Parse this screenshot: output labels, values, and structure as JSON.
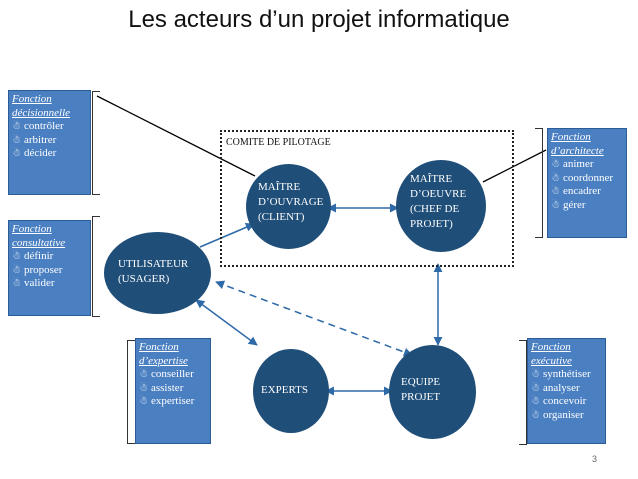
{
  "title": "Les acteurs d’un projet informatique",
  "committee_label": "COMITE DE PILOTAGE",
  "page_number": "3",
  "bullet_glyph": "☃",
  "nodes": {
    "utilisateur": "UTILISATEUR\n(USAGER)",
    "maitre_ouvrage": "MAÎTRE\nD’OUVRAGE\n(CLIENT)",
    "maitre_oeuvre": "MAÎTRE\nD’OEUVRE\n(CHEF DE\nPROJET)",
    "experts": "EXPERTS",
    "equipe": "EQUIPE\nPROJET"
  },
  "functions": {
    "decisionnelle": {
      "heading": "Fonction décisionnelle",
      "items": [
        "contrôler",
        "arbitrer",
        "décider"
      ]
    },
    "consultative": {
      "heading": "Fonction consultative",
      "items": [
        "définir",
        "proposer",
        "valider"
      ]
    },
    "architecte": {
      "heading": "Fonction d’architecte",
      "items": [
        "animer",
        "coordonner",
        "encadrer",
        "gérer"
      ]
    },
    "expertise": {
      "heading": "Fonction d’expertise",
      "items": [
        "conseiller",
        "assister",
        "expertiser"
      ]
    },
    "executive": {
      "heading": "Fonction exécutive",
      "items": [
        "synthétiser",
        "analyser",
        "concevoir",
        "organiser"
      ]
    }
  },
  "colors": {
    "node_fill": "#1f4e79",
    "function_box_fill": "#4a7fc1",
    "arrow": "#2e6aa8"
  }
}
